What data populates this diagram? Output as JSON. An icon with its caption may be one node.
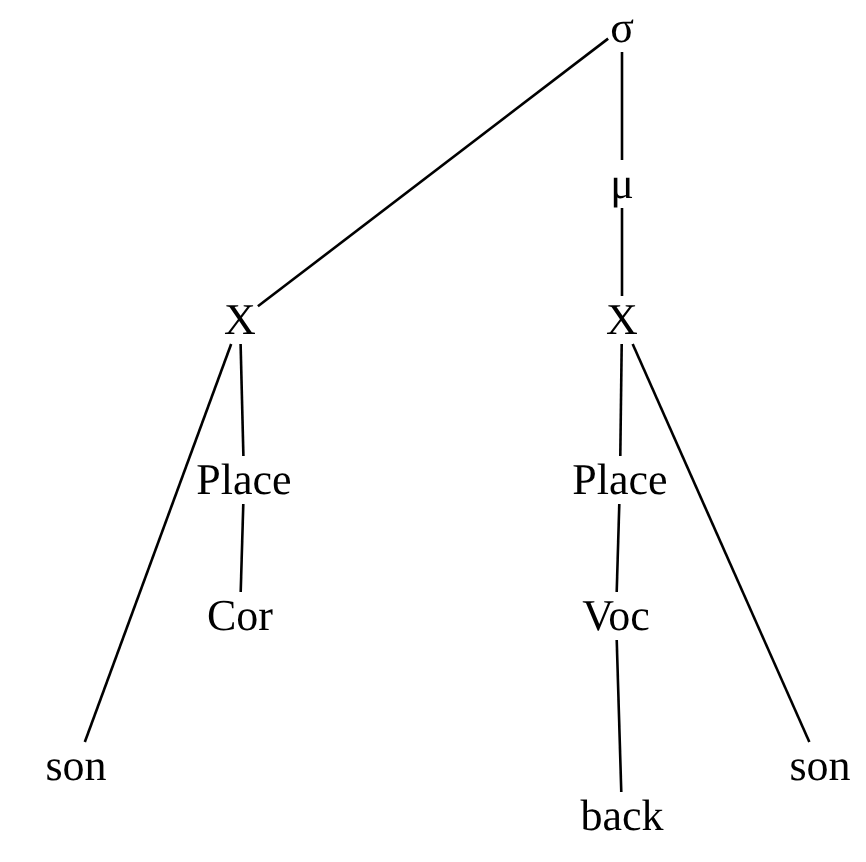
{
  "diagram": {
    "nodes": [
      {
        "text": [
          "σ"
        ]
      },
      {
        "text": [
          "μ"
        ]
      },
      {
        "text": [
          "X"
        ]
      },
      {
        "text": [
          "X"
        ]
      },
      {
        "text": [
          "Place"
        ]
      },
      {
        "text": [
          "Cor"
        ]
      },
      {
        "text": [
          "son"
        ]
      },
      {
        "text": [
          "Place"
        ]
      },
      {
        "text": [
          "Voc"
        ]
      },
      {
        "text": [
          "back"
        ]
      },
      {
        "text": [
          "son"
        ]
      }
    ],
    "edges": [
      {
        "from": 0,
        "to": 2,
        "arrow": "none"
      },
      {
        "from": 0,
        "to": 1,
        "arrow": "none"
      },
      {
        "from": 1,
        "to": 3,
        "arrow": "none"
      },
      {
        "from": 2,
        "to": 4,
        "arrow": "none"
      },
      {
        "from": 4,
        "to": 5,
        "arrow": "none"
      },
      {
        "from": 2,
        "to": 6,
        "arrow": "none"
      },
      {
        "from": 3,
        "to": 7,
        "arrow": "none"
      },
      {
        "from": 7,
        "to": 8,
        "arrow": "none"
      },
      {
        "from": 8,
        "to": 9,
        "arrow": "none"
      },
      {
        "from": 3,
        "to": 10,
        "arrow": "none"
      }
    ]
  }
}
